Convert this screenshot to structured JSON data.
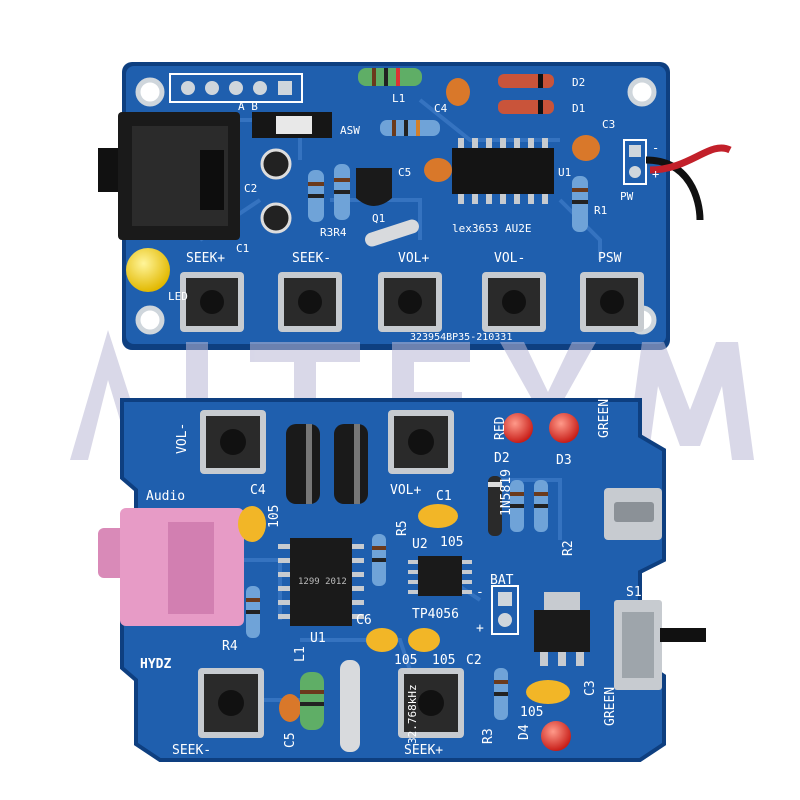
{
  "colors": {
    "pcb": "#1f5fae",
    "pcb_dark": "#0e3f80",
    "silk": "#ffffff",
    "pad": "#cfd6dc",
    "jack_black": "#1a1a1a",
    "jack_pink": "#e79bc6",
    "button_body": "#2a2a2a",
    "button_metal": "#c7cbd0",
    "cap_yellow": "#f2b627",
    "cap_orange": "#d9782a",
    "led_yellow": "#f4d312",
    "led_red": "#e4332a",
    "watermark": "#b9b8d6"
  },
  "top_board": {
    "labels": {
      "seek_plus": "SEEK+",
      "seek_minus": "SEEK-",
      "vol_plus": "VOL+",
      "vol_minus": "VOL-",
      "psw": "PSW",
      "led": "LED",
      "pw": "PW",
      "serial": "323954BP35-210331",
      "ic": "lex3653 AU2E",
      "c1": "C1",
      "c2": "C2",
      "c3": "C3",
      "c4": "C4",
      "c5": "C5",
      "d1": "D1",
      "d2": "D2",
      "r1": "R1",
      "r3r4": "R3R4",
      "q1": "Q1",
      "u1": "U1",
      "l1": "L1",
      "asw": "ASW",
      "ab": "A B",
      "plus": "+",
      "minus": "-"
    }
  },
  "bottom_board": {
    "labels": {
      "vol_minus": "VOL-",
      "vol_plus": "VOL+",
      "audio": "Audio",
      "hydz": "HYDZ",
      "seek_minus": "SEEK-",
      "seek_plus": "SEEK+",
      "red": "RED",
      "green_top": "GREEN",
      "green_bottom": "GREEN",
      "bat": "BAT",
      "tp4056": "TP4056",
      "in5819": "1N5819",
      "crystal": "32.768kHz",
      "chip": "1299 2012",
      "cap_105": "105",
      "c1": "C1",
      "c2": "C2",
      "c3": "C3",
      "c4": "C4",
      "c5": "C5",
      "c6": "C6",
      "d2": "D2",
      "d3": "D3",
      "d4": "D4",
      "r2": "R2",
      "r3": "R3",
      "r4": "R4",
      "r5": "R5",
      "u1": "U1",
      "u2": "U2",
      "l1": "L1",
      "s1": "S1",
      "plus": "+",
      "minus": "-"
    }
  }
}
